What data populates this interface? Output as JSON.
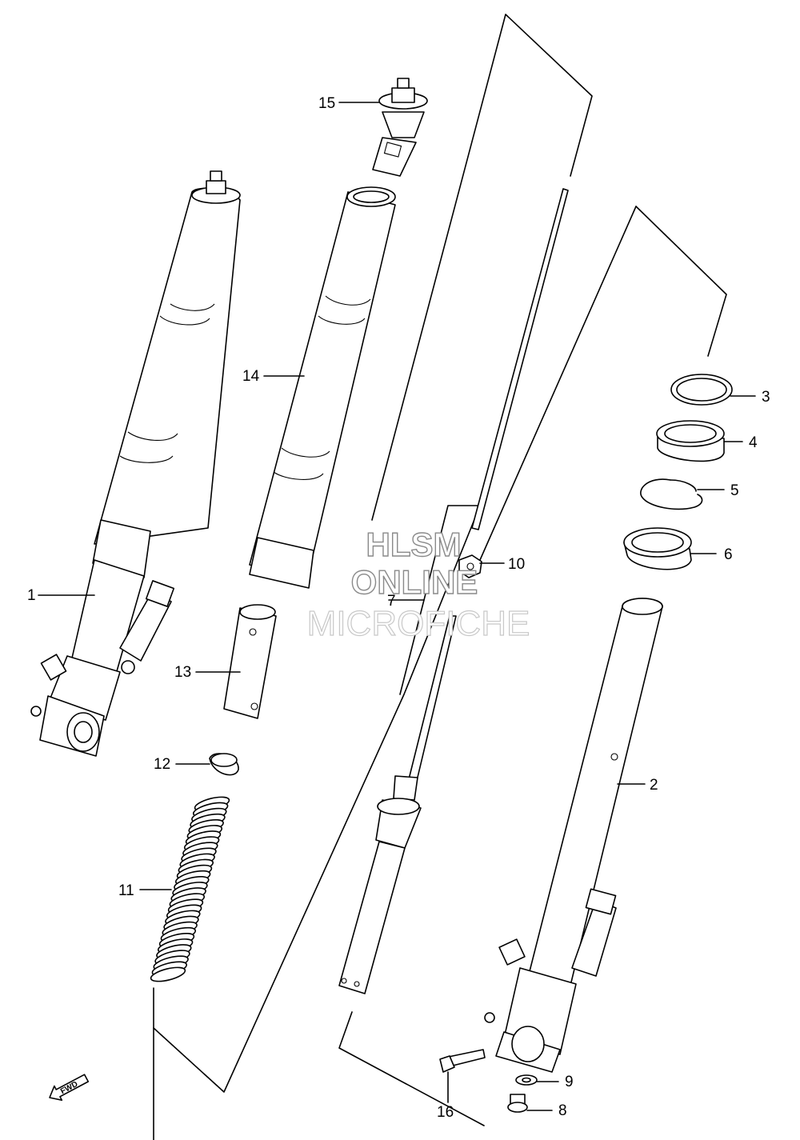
{
  "callouts": {
    "c1": "1",
    "c2": "2",
    "c3": "3",
    "c4": "4",
    "c5": "5",
    "c6": "6",
    "c7": "7",
    "c8": "8",
    "c9": "9",
    "c10": "10",
    "c11": "11",
    "c12": "12",
    "c13": "13",
    "c14": "14",
    "c15": "15",
    "c16": "16"
  },
  "watermark": {
    "line1": "HLSM",
    "line2": "ONLINE",
    "line3": "MICROFICHE"
  },
  "fwd_label": "FWD",
  "colors": {
    "line": "#000000",
    "background": "#ffffff",
    "watermark_stroke": "#8a8a8a"
  },
  "icons": {
    "fwd": "fwd-arrow-icon"
  }
}
